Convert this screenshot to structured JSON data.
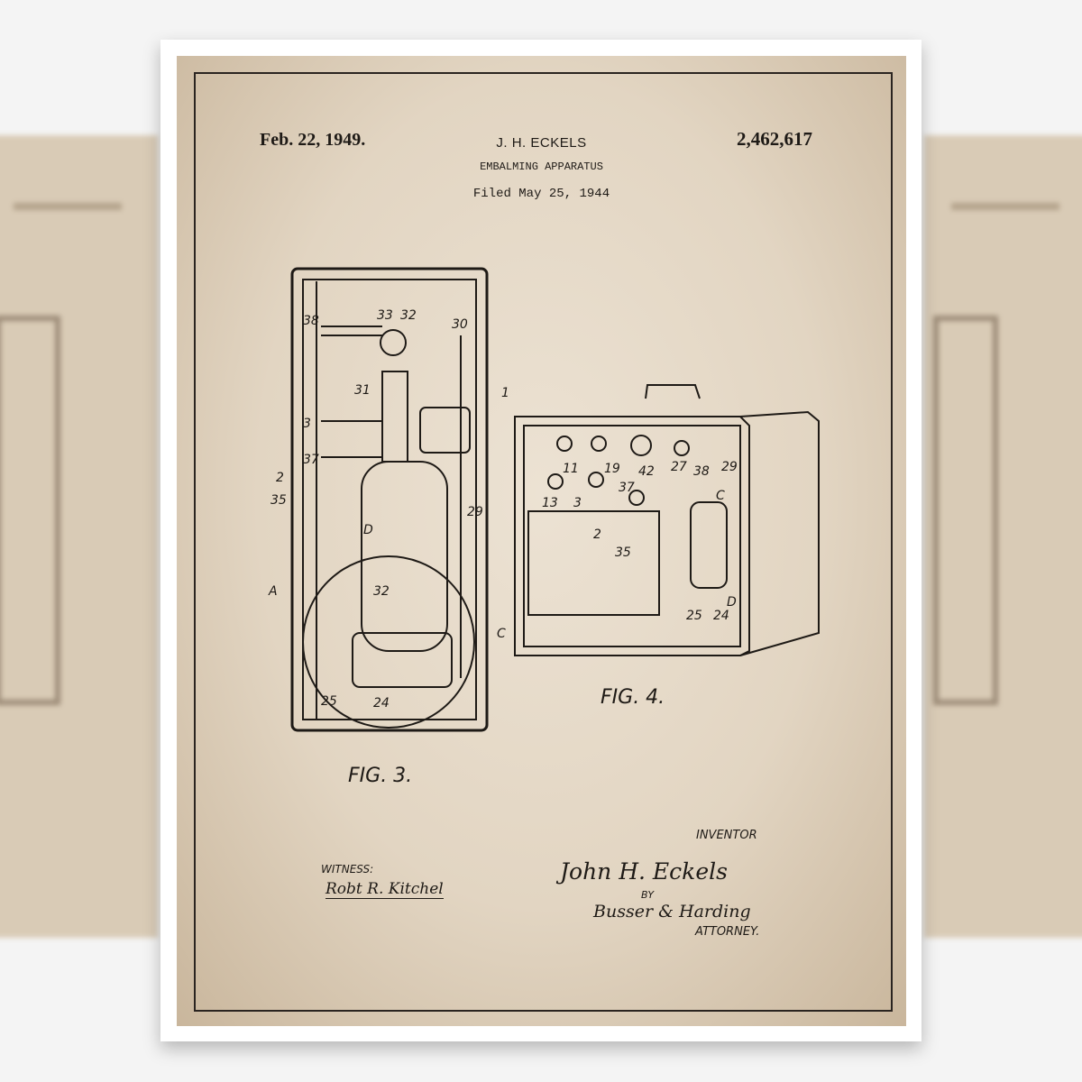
{
  "patent": {
    "date": "Feb. 22, 1949.",
    "number": "2,462,617",
    "inventor_header": "J. H. ECKELS",
    "title": "EMBALMING APPARATUS",
    "filed": "Filed May 25, 1944"
  },
  "figures": {
    "fig3": {
      "label": "FIG. 3.",
      "numerals": [
        "38",
        "33",
        "32",
        "30",
        "31",
        "1",
        "3",
        "37",
        "2",
        "35",
        "D",
        "29",
        "A",
        "32",
        "C",
        "25",
        "24"
      ]
    },
    "fig4": {
      "label": "FIG. 4.",
      "numerals": [
        "11",
        "19",
        "42",
        "38",
        "27",
        "29",
        "13",
        "3",
        "37",
        "C",
        "2",
        "35",
        "D",
        "25",
        "24"
      ]
    }
  },
  "signatures": {
    "inventor_label": "INVENTOR",
    "inventor_signature": "John H. Eckels",
    "by": "BY",
    "attorney_signature": "Busser & Harding",
    "attorney_label": "ATTORNEY.",
    "witness_label": "WITNESS:",
    "witness_signature": "Robt R. Kitchel"
  },
  "colors": {
    "paper": "#e2d5c2",
    "ink": "#1e1a16",
    "mat": "#ffffff"
  }
}
